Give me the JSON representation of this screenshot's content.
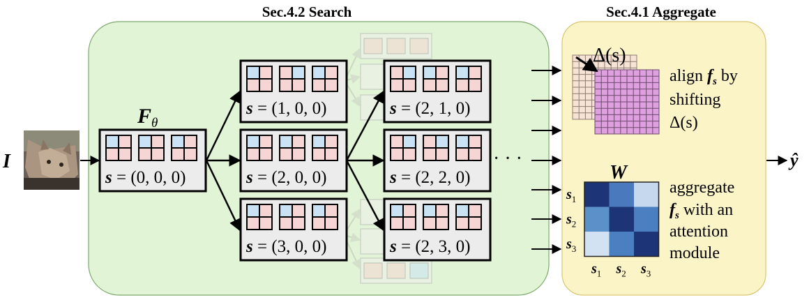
{
  "titles": {
    "search": "Sec.4.2 Search",
    "aggregate": "Sec.4.1 Aggregate"
  },
  "input": {
    "label": "I",
    "image_desc_name": "cat-image"
  },
  "model": {
    "label_main": "F",
    "label_sub": "θ"
  },
  "nodes": {
    "root": "= (0, 0, 0)",
    "n100": "= (1, 0, 0)",
    "n200": "= (2, 0, 0)",
    "n300": "= (3, 0, 0)",
    "n210": "= (2, 1, 0)",
    "n220": "= (2, 2, 0)",
    "n230": "= (2, 3, 0)"
  },
  "s_symbol": "s",
  "ellipsis": "· · ·",
  "align": {
    "delta_label": "Δ(s)",
    "text_line1": "align",
    "text_f": "f",
    "text_by": "by",
    "text_line2": "shifting",
    "text_line3": "Δ(s)"
  },
  "attention": {
    "matrix_label": "W",
    "row_labels": [
      "s1",
      "s2",
      "s3"
    ],
    "col_labels": [
      "s1",
      "s2",
      "s3"
    ],
    "text_line1": "aggregate",
    "text_f": "f",
    "text_with": "with an",
    "text_line3": "attention",
    "text_line4": "module"
  },
  "output": {
    "label": "ŷ"
  },
  "colors": {
    "search_bg": "#e2f4d6",
    "aggregate_bg": "#fbf4c6",
    "node_bg": "#ececec",
    "cell_pink": "#f6d6d4",
    "cell_blue": "#c9e2f4",
    "grid_pink": "#dea0de",
    "heat_dark": "#1f3a78",
    "heat_mid": "#4a7fc2",
    "heat_light": "#c8daf0"
  },
  "attention_matrix": [
    [
      0.95,
      0.6,
      0.15
    ],
    [
      0.5,
      0.95,
      0.6
    ],
    [
      0.15,
      0.6,
      0.95
    ]
  ]
}
